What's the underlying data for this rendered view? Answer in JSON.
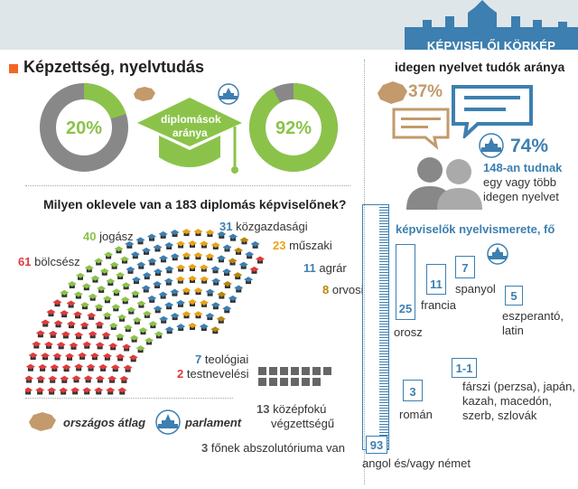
{
  "header": {
    "badge": "KÉPVISELŐI KÖRKÉP"
  },
  "left": {
    "title": "Képzettség, nyelvtudás",
    "donut_left": {
      "value": "20%",
      "fraction": 0.2,
      "color": "#8bc34a"
    },
    "donut_right": {
      "value": "92%",
      "fraction": 0.92,
      "color": "#8bc34a"
    },
    "cap_label_1": "diplomások",
    "cap_label_2": "aránya",
    "question": "Milyen oklevele van a 183 diplomás képviselőnek?",
    "legend_avg": "országos átlag",
    "legend_parl": "parlament",
    "categories": [
      {
        "num": "61",
        "label": "bölcsész",
        "color": "#e03b3b"
      },
      {
        "num": "40",
        "label": "jogász",
        "color": "#8bc34a"
      },
      {
        "num": "31",
        "label": "közgazdasági",
        "color": "#3d7fb0"
      },
      {
        "num": "23",
        "label": "műszaki",
        "color": "#e8a317"
      },
      {
        "num": "11",
        "label": "agrár",
        "color": "#3d7fb0"
      },
      {
        "num": "8",
        "label": "orvosi",
        "color": "#b8860b"
      },
      {
        "num": "7",
        "label": "teológiai",
        "color": "#3d7fb0"
      },
      {
        "num": "2",
        "label": "testnevelési",
        "color": "#e03b3b"
      },
      {
        "num": "13",
        "label": "középfokú",
        "label2": "végzettségű",
        "color": "#555"
      },
      {
        "num": "3",
        "label": "főnek abszolutóriuma van",
        "color": "#555"
      }
    ]
  },
  "right": {
    "title": "idegen nyelvet tudók aránya",
    "avg_pct": "37%",
    "parl_pct": "74%",
    "note1": "148-an tudnak",
    "note2": "egy vagy több",
    "note3": "idegen nyelvet",
    "knowledge_title": "képviselők nyelvismerete, fő",
    "languages": [
      {
        "num": "93",
        "label": "angol és/vagy német"
      },
      {
        "num": "25",
        "label": "orosz"
      },
      {
        "num": "11",
        "label": "francia"
      },
      {
        "num": "7",
        "label": "spanyol"
      },
      {
        "num": "5",
        "label": "eszperantó,",
        "label2": "latin"
      },
      {
        "num": "3",
        "label": "román"
      },
      {
        "num": "1-1",
        "label": "fárszi (perzsa), japán,",
        "label2": "kazah, macedón,",
        "label3": "szerb, szlovák"
      }
    ]
  }
}
